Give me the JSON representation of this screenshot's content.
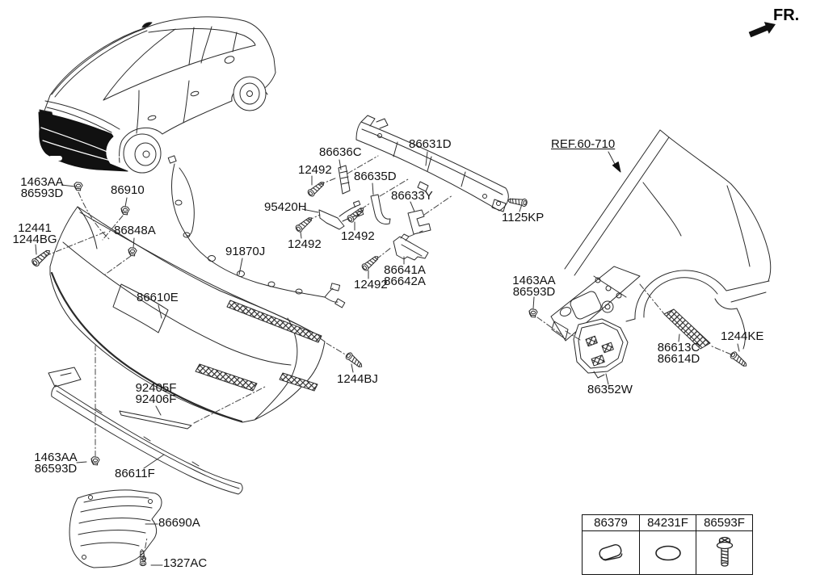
{
  "direction_indicator": "FR.",
  "parts": {
    "clip_1463aa": {
      "line1": "1463AA",
      "line2": "86593D"
    },
    "bolt_86910": "86910",
    "bolt_12441": {
      "line1": "12441",
      "line2": "1244BG"
    },
    "nut_86848a": "86848A",
    "harness_91870j": "91870J",
    "bumper_cover_86610e": "86610E",
    "screw_12492": "12492",
    "bracket_86636c": "86636C",
    "bracket_86635d": "86635D",
    "rail_86631d": "86631D",
    "bracket_86633y": "86633Y",
    "sensor_95420h": "95420H",
    "bracket_86641a": {
      "line1": "86641A",
      "line2": "86642A"
    },
    "bolt_1244bj": "1244BJ",
    "bolt_1125kp": "1125KP",
    "ref_panel": "REF.60-710",
    "bolt_1244ke": "1244KE",
    "pad_86613c": {
      "line1": "86613C",
      "line2": "86614D"
    },
    "guard_86352w": "86352W",
    "strip_92405f": {
      "line1": "92405F",
      "line2": "92406F"
    },
    "molding_86611f": "86611F",
    "cover_86690a": "86690A",
    "screw_1327ac": "1327AC"
  },
  "legend_table": {
    "columns": [
      {
        "part_no": "86379",
        "icon": "trim-plug-icon"
      },
      {
        "part_no": "84231F",
        "icon": "oval-grommet-icon"
      },
      {
        "part_no": "86593F",
        "icon": "flange-bolt-icon"
      }
    ]
  }
}
